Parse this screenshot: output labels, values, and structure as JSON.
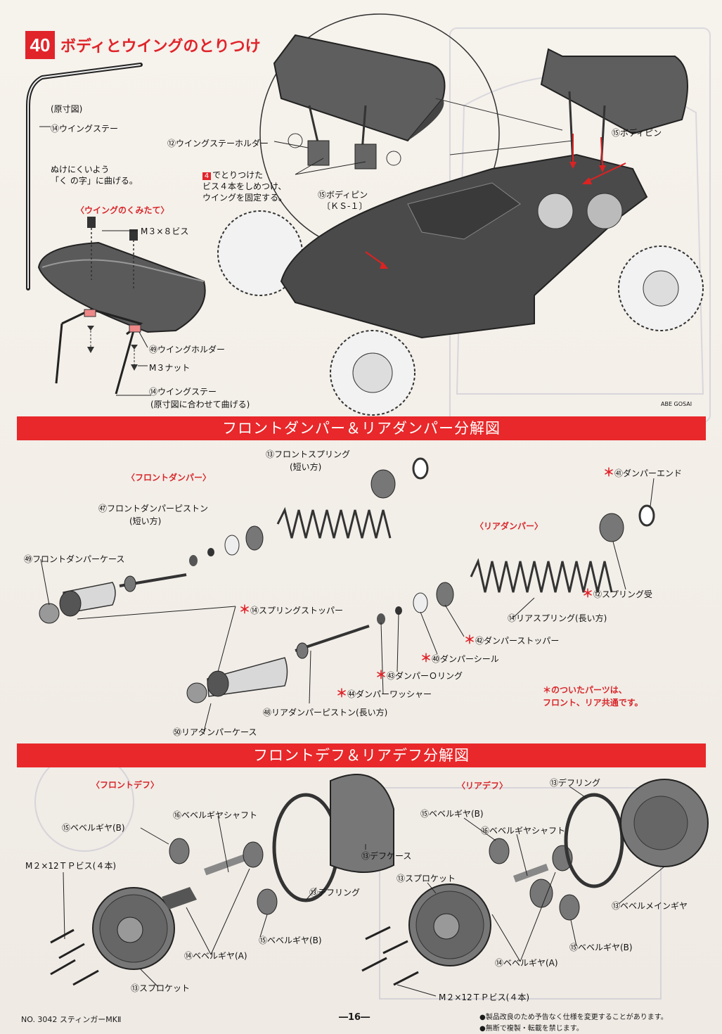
{
  "step": {
    "number": "40",
    "title": "ボディとウイングのとりつけ"
  },
  "wing_section": {
    "gensun": "(原寸図)",
    "wing_stay": "⑭ウイングステー",
    "bend_note_1": "ぬけにくいよう",
    "bend_note_2": "「く の字」に曲げる。",
    "assembly_sub": "〈ウイングのくみたて〉",
    "m3x8": "M３×８ビス",
    "wing_holder": "㊾ウイングホルダー",
    "m3nut": "M３ナット",
    "wing_stay_2": "⑭ウイングステー",
    "wing_stay_2_note": "(原寸図に合わせて曲げる)",
    "stay_holder": "⑫ウイングステーホルダー",
    "fix_num": "4",
    "fix_note_1": "でとりつけた",
    "fix_note_2": "ビス４本をしめつけ、",
    "fix_note_3": "ウイングを固定する。",
    "body_pin_a": "⑮ボディピン",
    "body_pin_a_code": "〔ＫＳ-１〕",
    "body_pin_b": "⑮ボディピン",
    "logo": "ABE GOSAI"
  },
  "damper_section": {
    "banner": "フロントダンパー＆リアダンパー分解図",
    "front_sub": "〈フロントダンパー〉",
    "rear_sub": "〈リアダンパー〉",
    "front_spring": "⑬フロントスプリング",
    "front_spring_note": "(短い方)",
    "damper_end": "㊶ダンパーエンド",
    "front_piston": "㊼フロントダンパーピストン",
    "front_piston_note": "(短い方)",
    "front_case": "㊾フロントダンパーケース",
    "spring_seat": "⑫スプリング受",
    "spring_stopper": "⑭スプリングストッパー",
    "rear_spring": "⑭リアスプリング(長い方)",
    "damper_stopper": "㊷ダンパーストッパー",
    "damper_seal": "㊵ダンパーシール",
    "damper_oring": "㊸ダンパーＯリング",
    "damper_washer": "㊹ダンパーワッシャー",
    "rear_piston": "㊽リアダンパーピストン(長い方)",
    "rear_case": "㊿リアダンパーケース",
    "common_note_1": "＊のついたパーツは、",
    "common_note_2": "フロント、リア共通です。"
  },
  "diff_section": {
    "banner": "フロントデフ＆リアデフ分解図",
    "front_sub": "〈フロントデフ〉",
    "rear_sub": "〈リアデフ〉",
    "bevel_b_1": "⑮ベベルギヤ(B)",
    "shaft_1": "⑯ベベルギヤシャフト",
    "m2x12_1": "M２×12ＴＰビス(４本)",
    "diff_case": "⑬デフケース",
    "diff_ring_1": "⑬デフリング",
    "bevel_b_2": "⑮ベベルギヤ(B)",
    "bevel_a_1": "⑭ベベルギヤ(A)",
    "sprocket_1": "⑬スプロケット",
    "bevel_b_3": "⑮ベベルギヤ(B)",
    "shaft_2": "⑯ベベルギヤシャフト",
    "diff_ring_2": "⑬デフリング",
    "sprocket_2": "⑬スプロケット",
    "main_gear": "⑬ベベルメインギヤ",
    "bevel_b_4": "⑮ベベルギヤ(B)",
    "bevel_a_2": "⑭ベベルギヤ(A)",
    "m2x12_2": "M２×12ＴＰビス(４本)"
  },
  "footer": {
    "model": "NO. 3042  スティンガーMKⅡ",
    "page": "―16―",
    "note_1": "●製品改良のため予告なく仕様を変更することがあります。",
    "note_2": "●無断で複製・転載を禁じます。"
  }
}
